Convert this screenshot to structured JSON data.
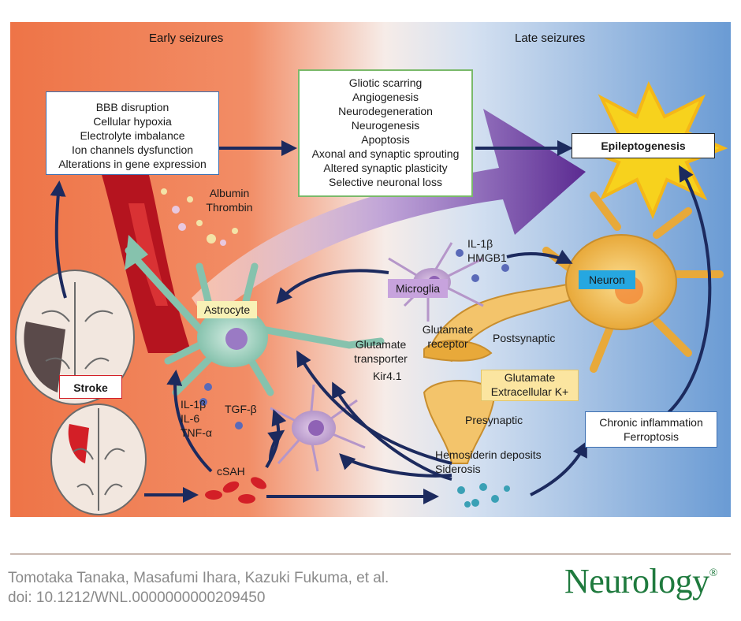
{
  "sections": {
    "early": "Early seizures",
    "late": "Late seizures"
  },
  "acute_mechanisms": [
    "BBB disruption",
    "Cellular hypoxia",
    "Electrolyte imbalance",
    "Ion channels dysfunction",
    "Alterations in gene expression"
  ],
  "chronic_changes": [
    "Gliotic scarring",
    "Angiogenesis",
    "Neurodegeneration",
    "Neurogenesis",
    "Apoptosis",
    "Axonal and synaptic sprouting",
    "Altered synaptic plasticity",
    "Selective neuronal loss"
  ],
  "outcome": "Epileptogenesis",
  "blood_factors": [
    "Albumin",
    "Thrombin"
  ],
  "cells": {
    "astrocyte": "Astrocyte",
    "microglia": "Microglia",
    "neuron": "Neuron",
    "stroke": "Stroke"
  },
  "microglia_factors": [
    "IL-1β",
    "HMGB1"
  ],
  "cytokines": [
    "IL-1β",
    "IL-6",
    "TNF-α"
  ],
  "tgf": "TGF-β",
  "csah": "cSAH",
  "synapse": {
    "glutamate_transporter": [
      "Glutamate",
      "transporter"
    ],
    "kir": "Kir4.1",
    "glutamate_receptor": [
      "Glutamate",
      "receptor"
    ],
    "postsynaptic": "Postsynaptic",
    "presynaptic": "Presynaptic",
    "extracellular": [
      "Glutamate",
      "Extracellular K+"
    ]
  },
  "hemosiderin": [
    "Hemosiderin deposits",
    "Siderosis"
  ],
  "chronic_inflammation": [
    "Chronic inflammation",
    "Ferroptosis"
  ],
  "citation": {
    "authors": "Tomotaka Tanaka, Masafumi Ihara, Kazuki Fukuma, et al.",
    "doi": "doi: 10.1212/WNL.0000000000209450"
  },
  "journal": "Neurology",
  "journal_mark": "®",
  "colors": {
    "early_bg": "#f07a4e",
    "late_bg": "#6f9fd6",
    "arrow": "#1c2a5e",
    "purple_arrow": "#5b2a91",
    "box_green_border": "#7ab96a",
    "box_blue_border": "#3d6fb0",
    "neuron": "#f3c46b",
    "astrocyte": "#a9d6c4",
    "microglia_label": "#c7a3dd",
    "neuron_label": "#26a7e0",
    "glutamate_label": "#fbe5a0",
    "journal_green": "#1f7a3e"
  }
}
